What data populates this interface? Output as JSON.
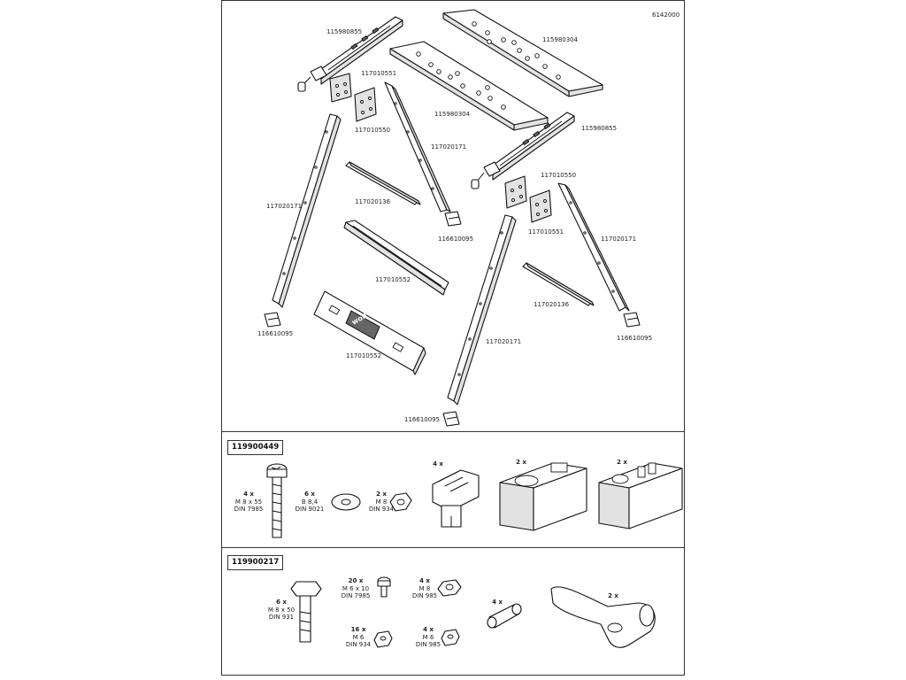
{
  "drawing_number": "6142000",
  "brand": "wolfcraft",
  "part_labels": {
    "top_left_side": "115980855",
    "board_right": "115980304",
    "bracket_left_upper": "117010551",
    "board_left": "115980304",
    "bracket_left_lower": "117010550",
    "leg_left_inner": "117020171",
    "right_side": "115980855",
    "leg_far_left": "117020171",
    "strut_left": "117020136",
    "foot_center_left": "116610095",
    "bracket_right_upper": "117010550",
    "bracket_right_lower": "117010551",
    "leg_far_right": "117020171",
    "cross_brace_upper": "117010552",
    "strut_right": "117020136",
    "foot_left": "116610095",
    "leg_center": "117020171",
    "foot_right": "116610095",
    "cross_brace_lower": "117010552",
    "foot_bottom": "116610095"
  },
  "kit1": {
    "part_no": "119900449",
    "items": [
      {
        "qty": "4 x",
        "l1": "M 8 x 55",
        "l2": "DIN 7985"
      },
      {
        "qty": "6 x",
        "l1": "B 8,4",
        "l2": "DIN 9021"
      },
      {
        "qty": "2 x",
        "l1": "M 8",
        "l2": "DIN 934"
      },
      {
        "qty": "4 x"
      },
      {
        "qty": "2 x"
      },
      {
        "qty": "2 x"
      }
    ]
  },
  "kit2": {
    "part_no": "119900217",
    "items": [
      {
        "qty": "6 x",
        "l1": "M 8 x 50",
        "l2": "DIN 931"
      },
      {
        "qty": "20 x",
        "l1": "M 6 x 10",
        "l2": "DIN 7985"
      },
      {
        "qty": "4 x",
        "l1": "M 8",
        "l2": "DIN 985"
      },
      {
        "qty": "16 x",
        "l1": "M 6",
        "l2": "DIN 934"
      },
      {
        "qty": "4 x",
        "l1": "M 6",
        "l2": "DIN 985"
      },
      {
        "qty": "4 x"
      },
      {
        "qty": "2 x"
      }
    ]
  }
}
